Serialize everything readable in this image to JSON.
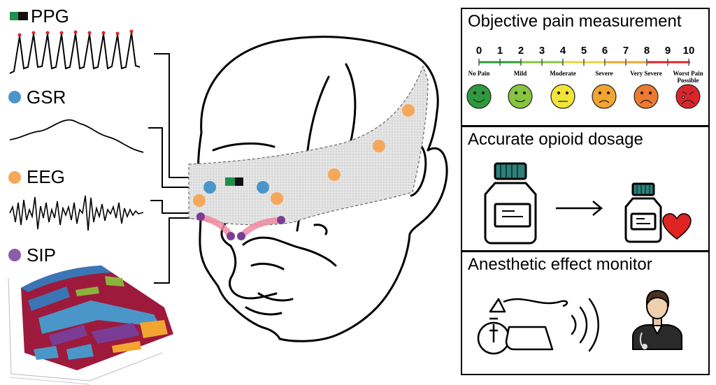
{
  "signals": {
    "ppg": {
      "label": "PPG",
      "color": "#1e8f4e"
    },
    "gsr": {
      "label": "GSR",
      "color": "#4a96c9"
    },
    "eeg": {
      "label": "EEG",
      "color": "#f5a85a"
    },
    "sip": {
      "label": "SIP",
      "color": "#8f5aa8"
    }
  },
  "panels": {
    "pain": {
      "title": "Objective pain measurement",
      "scale": [
        "0",
        "1",
        "2",
        "3",
        "4",
        "5",
        "6",
        "7",
        "8",
        "9",
        "10"
      ],
      "levels": [
        {
          "label": "No Pain",
          "color": "#2f9a3e"
        },
        {
          "label": "Mild",
          "color": "#86c441"
        },
        {
          "label": "Moderate",
          "color": "#f2e53a"
        },
        {
          "label": "Severe",
          "color": "#f2a530"
        },
        {
          "label": "Very Severe",
          "color": "#ec7a2f"
        },
        {
          "label": "Worst Pain Possible",
          "color": "#d9262c"
        }
      ]
    },
    "opioid": {
      "title": "Accurate opioid dosage"
    },
    "anesthetic": {
      "title": "Anesthetic effect monitor"
    }
  }
}
